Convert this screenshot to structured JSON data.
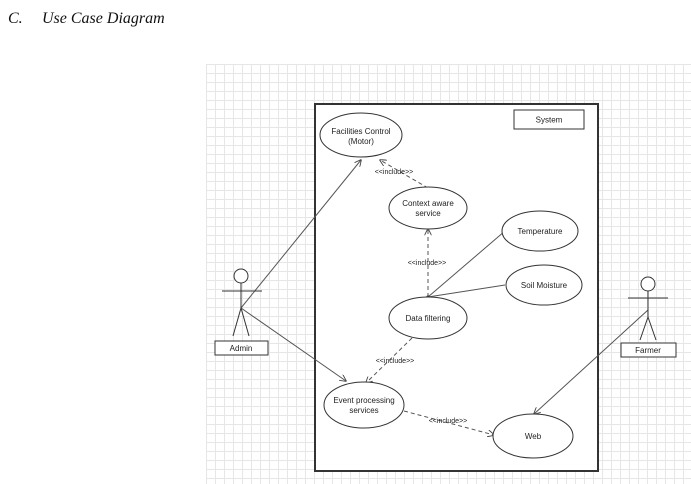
{
  "heading": {
    "letter": "C.",
    "title": "Use Case Diagram"
  },
  "system": {
    "label": "System"
  },
  "actors": {
    "admin": "Admin",
    "farmer": "Farmer"
  },
  "use_cases": {
    "facilities_line1": "Facilities Control",
    "facilities_line2": "(Motor)",
    "context_line1": "Context aware",
    "context_line2": "service",
    "temperature": "Temperature",
    "soil_moisture": "Soil Moisture",
    "data_filtering": "Data filtering",
    "event_line1": "Event processing",
    "event_line2": "services",
    "web": "Web"
  },
  "relations": {
    "include_1": "<<include>>",
    "include_2": "<<include>>",
    "include_3": "<<include>>",
    "include_4": "<<include>>"
  }
}
